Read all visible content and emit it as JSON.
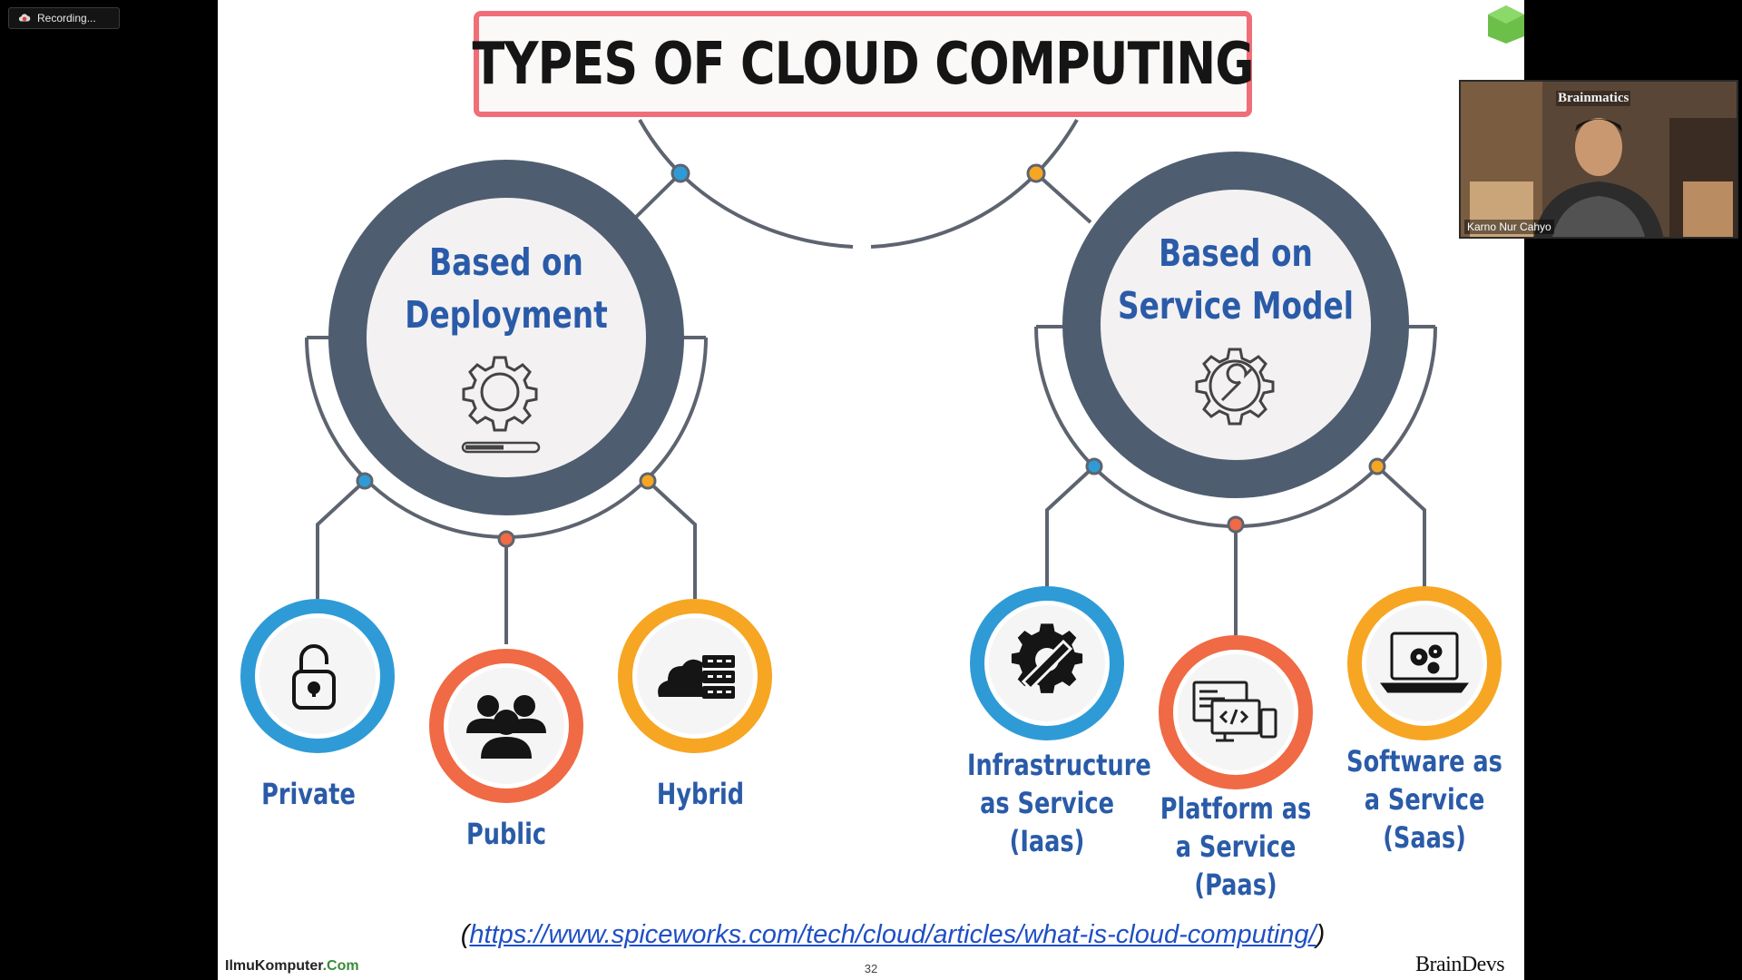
{
  "recording": {
    "label": "Recording..."
  },
  "slide": {
    "title": "TYPES OF CLOUD COMPUTING",
    "categories": [
      {
        "label_line1": "Based on",
        "label_line2": "Deployment",
        "icon": "gear-progress-icon"
      },
      {
        "label_line1": "Based on",
        "label_line2": "Service Model",
        "icon": "wrench-gear-icon"
      }
    ],
    "deployment_items": [
      {
        "label": "Private",
        "icon": "padlock-icon",
        "color": "#2f9bd6"
      },
      {
        "label": "Public",
        "icon": "people-group-icon",
        "color": "#ef6a45"
      },
      {
        "label": "Hybrid",
        "icon": "cloud-server-icon",
        "color": "#f6a623"
      }
    ],
    "service_items": [
      {
        "line1": "Infrastructure",
        "line2": "as Service",
        "line3": "(Iaas)",
        "icon": "gear-wrench-icon",
        "color": "#2f9bd6"
      },
      {
        "line1": "Platform as",
        "line2": "a Service",
        "line3": "(Paas)",
        "icon": "code-devices-icon",
        "color": "#ef6a45"
      },
      {
        "line1": "Software as",
        "line2": "a Service",
        "line3": "(Saas)",
        "icon": "laptop-gears-icon",
        "color": "#f6a623"
      }
    ],
    "source_url": "https://www.spiceworks.com/tech/cloud/articles/what-is-cloud-computing/",
    "source_open": "(",
    "source_close": ")",
    "page_number": "32",
    "footer_left_main": "IlmuKomputer",
    "footer_left_com": ".Com",
    "footer_right": "BrainDevs"
  },
  "video": {
    "brand": "Brainmatics",
    "participant_name": "Karno Nur Cahyo"
  },
  "colors": {
    "ring_dark": "#4f5d70",
    "connector": "#5d6470",
    "blue": "#2f9bd6",
    "orange_red": "#ef6a45",
    "orange": "#f6a623",
    "title_border": "#ef6e78",
    "label_blue": "#2a5ba8"
  }
}
